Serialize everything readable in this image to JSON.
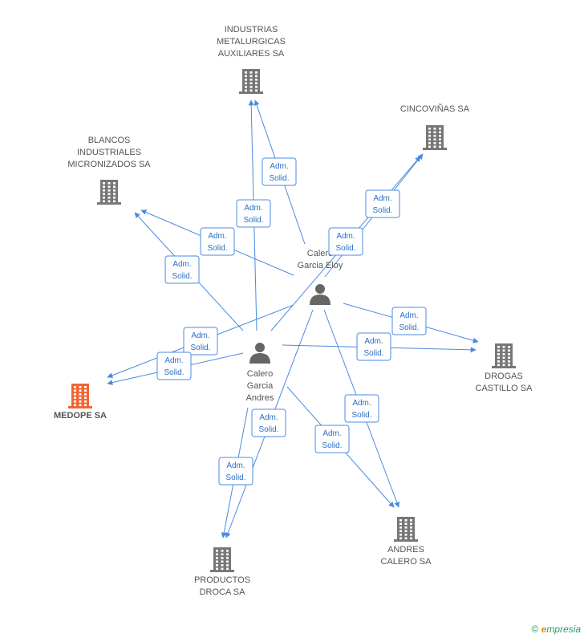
{
  "diagram": {
    "nodes": [
      {
        "id": "industrias",
        "kind": "company",
        "label_lines": [
          "INDUSTRIAS",
          "METALURGICAS",
          "AUXILIARES SA"
        ],
        "highlight": false
      },
      {
        "id": "cincovinas",
        "kind": "company",
        "label_lines": [
          "CINCOVIÑAS SA"
        ],
        "highlight": false
      },
      {
        "id": "blancos",
        "kind": "company",
        "label_lines": [
          "BLANCOS",
          "INDUSTRIALES",
          "MICRONIZADOS SA"
        ],
        "highlight": false
      },
      {
        "id": "medope",
        "kind": "company",
        "label_lines": [
          "MEDOPE SA"
        ],
        "highlight": true
      },
      {
        "id": "drogas",
        "kind": "company",
        "label_lines": [
          "DROGAS",
          "CASTILLO SA"
        ],
        "highlight": false
      },
      {
        "id": "andres_sa",
        "kind": "company",
        "label_lines": [
          "ANDRES",
          "CALERO SA"
        ],
        "highlight": false
      },
      {
        "id": "productos",
        "kind": "company",
        "label_lines": [
          "PRODUCTOS",
          "DROCA SA"
        ],
        "highlight": false
      },
      {
        "id": "eloy",
        "kind": "person",
        "label_lines": [
          "Calero",
          "Garcia Eloy"
        ],
        "highlight": false
      },
      {
        "id": "andres",
        "kind": "person",
        "label_lines": [
          "Calero",
          "Garcia",
          "Andres"
        ],
        "highlight": false
      }
    ],
    "edges": [
      {
        "from": "eloy",
        "to": "industrias",
        "label_lines": [
          "Adm.",
          "Solid."
        ]
      },
      {
        "from": "andres",
        "to": "industrias",
        "label_lines": [
          "Adm.",
          "Solid."
        ]
      },
      {
        "from": "eloy",
        "to": "cincovinas",
        "label_lines": [
          "Adm.",
          "Solid."
        ]
      },
      {
        "from": "andres",
        "to": "cincovinas",
        "label_lines": [
          "Adm.",
          "Solid."
        ]
      },
      {
        "from": "eloy",
        "to": "blancos",
        "label_lines": [
          "Adm.",
          "Solid."
        ]
      },
      {
        "from": "andres",
        "to": "blancos",
        "label_lines": [
          "Adm.",
          "Solid."
        ]
      },
      {
        "from": "eloy",
        "to": "medope",
        "label_lines": [
          "Adm.",
          "Solid."
        ]
      },
      {
        "from": "andres",
        "to": "medope",
        "label_lines": [
          "Adm.",
          "Solid."
        ]
      },
      {
        "from": "eloy",
        "to": "drogas",
        "label_lines": [
          "Adm.",
          "Solid."
        ]
      },
      {
        "from": "andres",
        "to": "drogas",
        "label_lines": [
          "Adm.",
          "Solid."
        ]
      },
      {
        "from": "eloy",
        "to": "andres_sa",
        "label_lines": [
          "Adm.",
          "Solid."
        ]
      },
      {
        "from": "andres",
        "to": "andres_sa",
        "label_lines": [
          "Adm.",
          "Solid."
        ]
      },
      {
        "from": "eloy",
        "to": "productos",
        "label_lines": [
          "Adm.",
          "Solid."
        ]
      },
      {
        "from": "andres",
        "to": "productos",
        "label_lines": [
          "Adm.",
          "Solid."
        ]
      }
    ]
  },
  "colors": {
    "edge": "#4a8be0",
    "company_icon": "#777777",
    "person_icon": "#666666",
    "highlight_icon": "#f26535",
    "label_text": "#2a6fc4"
  },
  "footer": {
    "copyright_symbol": "©",
    "brand_initial": "e",
    "brand_rest": "mpresia"
  }
}
